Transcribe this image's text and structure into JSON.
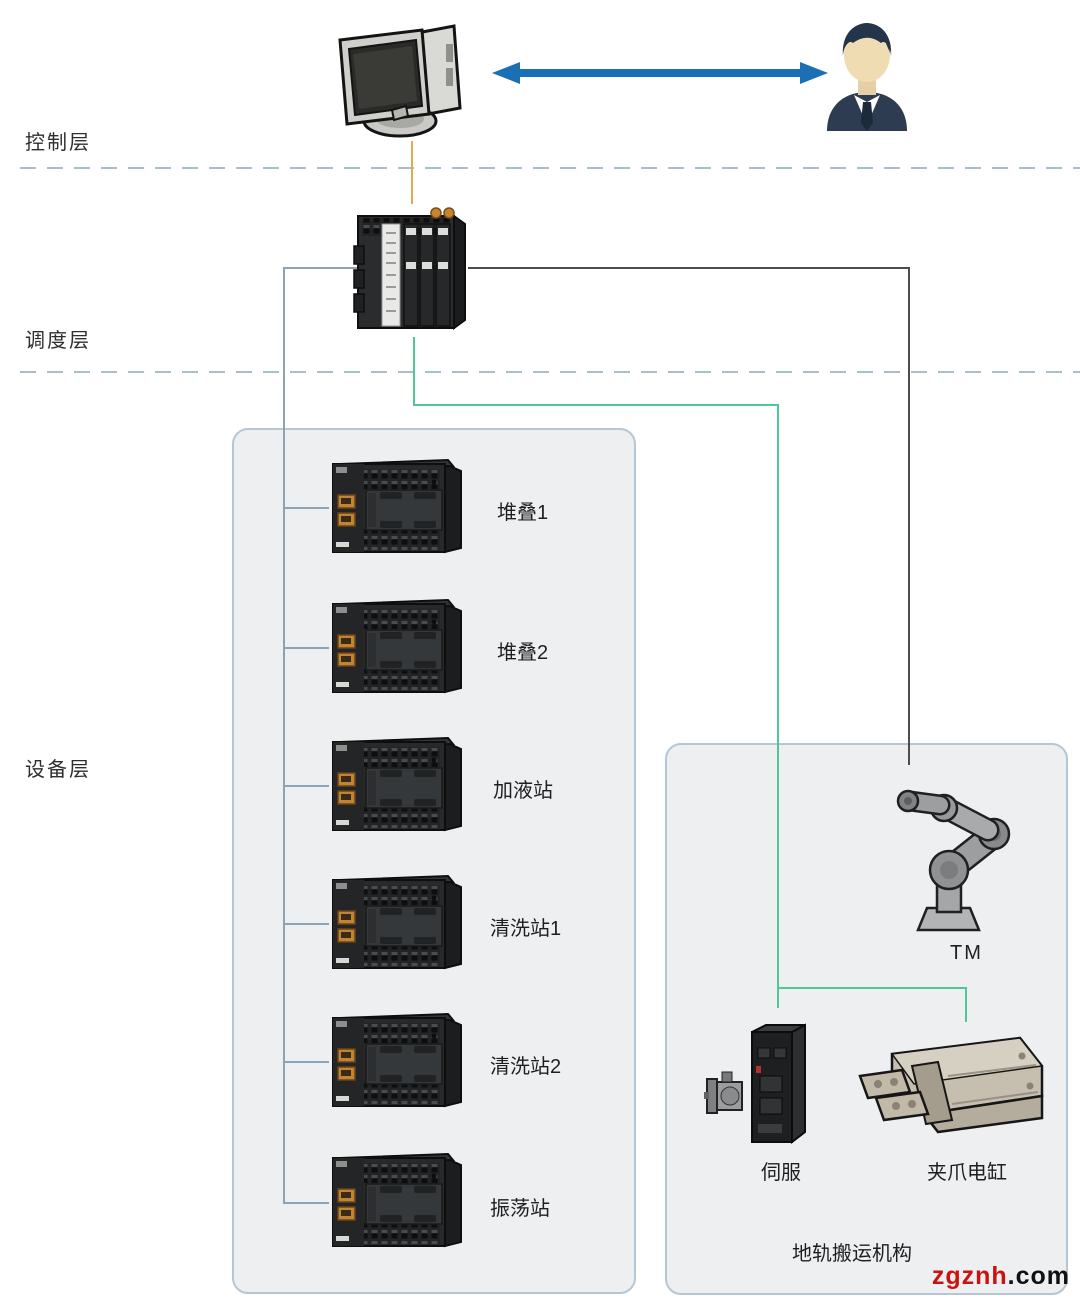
{
  "layers": {
    "control": {
      "label": "控制层"
    },
    "scheduling": {
      "label": "调度层"
    },
    "device": {
      "label": "设备层"
    }
  },
  "control_layer": {
    "computer_icon": "desktop-computer",
    "operator_icon": "business-person",
    "link_icon": "bidirectional-arrow"
  },
  "scheduling_layer": {
    "controller_icon": "machine-automation-controller"
  },
  "left_panel": {
    "devices": [
      {
        "label": "堆叠1"
      },
      {
        "label": "堆叠2"
      },
      {
        "label": "加液站"
      },
      {
        "label": "清洗站1"
      },
      {
        "label": "清洗站2"
      },
      {
        "label": "振荡站"
      }
    ]
  },
  "right_panel": {
    "robot_label": "TM",
    "servo_label": "伺服",
    "gripper_label": "夹爪电缸",
    "panel_label": "地轨搬运机构"
  },
  "watermark": {
    "site": "zgznh",
    "tld": ".com"
  },
  "colors": {
    "arrow_blue": "#1a6fb5",
    "line_orange": "#dfab55",
    "line_slate": "#8ba3b5",
    "line_dark": "#4d4d4d",
    "line_teal": "#4ec695",
    "layer_divider": "#a9bfca",
    "panel_bg": "#edeff1",
    "panel_border": "#b5c7d4",
    "watermark_red": "#cc1111"
  }
}
